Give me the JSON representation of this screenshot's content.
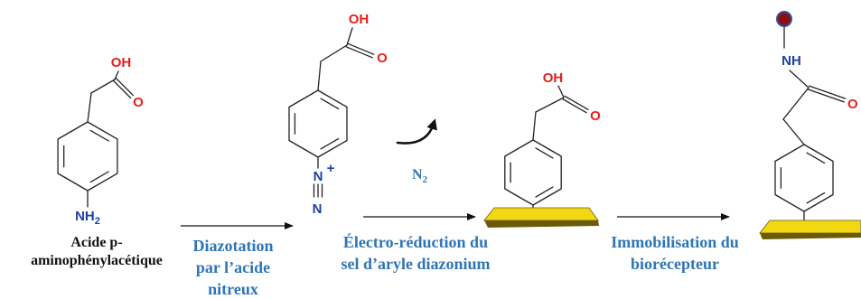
{
  "diagram": {
    "reactant": {
      "atoms": {
        "hydroxyl": "OH",
        "carbonyl_oxygen": "O",
        "amine": "NH",
        "amine_subscript": "2"
      },
      "name_lines": [
        "Acide p-",
        "aminophénylacétique"
      ]
    },
    "diazonium": {
      "atoms": {
        "hydroxyl": "OH",
        "carbonyl_oxygen": "O",
        "nitrogen_1": "N",
        "charge": "+",
        "nitrogen_2": "N"
      }
    },
    "byproduct": {
      "symbol": "N",
      "subscript": "2"
    },
    "grafted": {
      "atoms": {
        "hydroxyl": "OH",
        "carbonyl_oxygen": "O"
      }
    },
    "immobilized": {
      "atoms": {
        "amide": "NH",
        "carbonyl_oxygen": "O"
      }
    },
    "steps": [
      {
        "label_lines": [
          "Diazotation",
          "par l’acide",
          "nitreux"
        ]
      },
      {
        "label_lines": [
          "Électro-réduction du",
          "sel d’aryle diazonium"
        ]
      },
      {
        "label_lines": [
          "Immobilisation du",
          "biorécepteur"
        ]
      }
    ]
  },
  "colors": {
    "oxygen": "#e3211c",
    "nitrogen": "#1f3fa8",
    "label_blue": "#2e75b6",
    "gold": "#f2d813",
    "receptor": "#8b1010"
  }
}
